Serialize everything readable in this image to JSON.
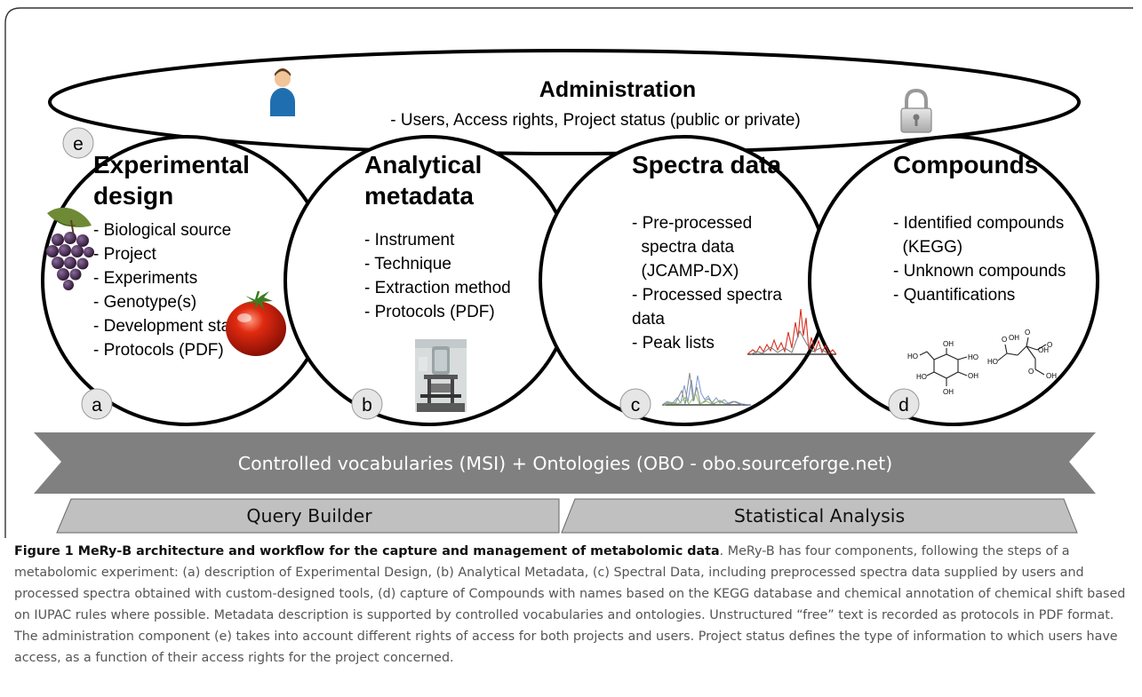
{
  "administration": {
    "title": "Administration",
    "description": "- Users, Access rights, Project status (public or private)",
    "label": "e"
  },
  "components": [
    {
      "id": "experimental-design",
      "title_lines": [
        "Experimental",
        "design"
      ],
      "items": [
        "- Biological source",
        "- Project",
        "- Experiments",
        "- Genotype(s)",
        "- Development stage(s)",
        "- Protocols (PDF)"
      ],
      "label": "a"
    },
    {
      "id": "analytical-metadata",
      "title_lines": [
        "Analytical",
        "metadata"
      ],
      "items": [
        "- Instrument",
        "- Technique",
        "- Extraction method",
        "- Protocols (PDF)"
      ],
      "label": "b"
    },
    {
      "id": "spectra-data",
      "title_lines": [
        "Spectra data"
      ],
      "items": [
        "- Pre-processed",
        "  spectra data",
        "  (JCAMP-DX)",
        "- Processed spectra",
        "data",
        "- Peak lists"
      ],
      "label": "c"
    },
    {
      "id": "compounds",
      "title_lines": [
        "Compounds"
      ],
      "items": [
        "- Identified compounds",
        "  (KEGG)",
        "- Unknown compounds",
        "- Quantifications"
      ],
      "label": "d"
    }
  ],
  "vocabulary_bar": "Controlled vocabularies (MSI) + Ontologies (OBO - obo.sourceforge.net)",
  "bottom_boxes": [
    "Query Builder",
    "Statistical Analysis"
  ],
  "molecule_labels": [
    "HO",
    "OH",
    "HO",
    "OH",
    "OH",
    "HO",
    "OH",
    "O",
    "HO",
    "O",
    "OH",
    "O",
    "OH",
    "O"
  ],
  "caption": {
    "figure_label": "Figure 1 MeRy-B architecture and workflow for the capture and management of metabolomic data",
    "text": ". MeRy-B has four components, following the steps of a metabolomic experiment: (a) description of Experimental Design, (b) Analytical Metadata, (c) Spectral Data, including preprocessed spectra data supplied by users and processed spectra obtained with custom-designed tools, (d) capture of Compounds with names based on the KEGG database and chemical annotation of chemical shift based on IUPAC rules where possible. Metadata description is supported by controlled vocabularies and ontologies. Unstructured “free” text is recorded as protocols in PDF format. The administration component (e) takes into account different rights of access for both projects and users. Project status defines the type of information to which users have access, as a function of their access rights for the project concerned."
  },
  "colors": {
    "frame": "#333333",
    "vocabulary_bar": "#808080",
    "bottom_box": "#c0c0c0",
    "label_circle": "#e6e6e6",
    "caption_text": "#555555"
  },
  "icons": [
    "user-icon",
    "padlock-icon",
    "grapes-image",
    "tomato-image",
    "nmr-instrument-image",
    "spectrum-image",
    "molecule-structure-image"
  ]
}
